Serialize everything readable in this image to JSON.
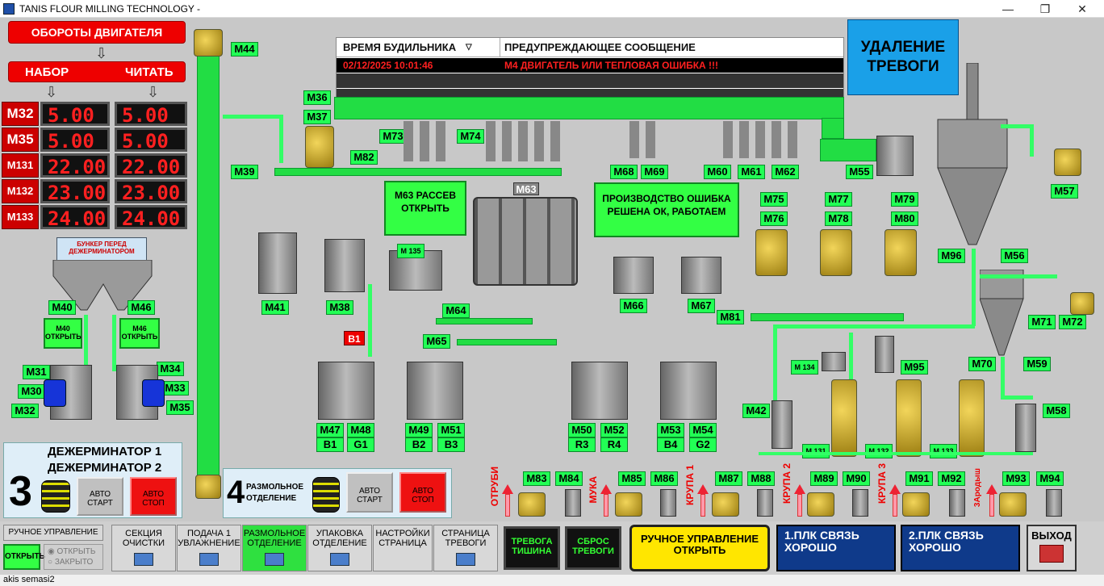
{
  "window": {
    "title": "TANIS FLOUR MILLING TECHNOLOGY -",
    "minimize": "—",
    "restore": "❐",
    "close": "✕"
  },
  "motor_panel": {
    "title": "ОБОРОТЫ ДВИГАТЕЛЯ",
    "set_label": "НАБОР",
    "read_label": "ЧИТАТЬ",
    "rows": [
      {
        "motor": "M32",
        "set": "5.00",
        "read": "5.00"
      },
      {
        "motor": "M35",
        "set": "5.00",
        "read": "5.00"
      },
      {
        "motor": "M131",
        "set": "22.00",
        "read": "22.00"
      },
      {
        "motor": "M132",
        "set": "23.00",
        "read": "23.00"
      },
      {
        "motor": "M133",
        "set": "24.00",
        "read": "24.00"
      }
    ]
  },
  "alarm_table": {
    "col_time": "ВРЕМЯ БУДИЛЬНИКА",
    "col_msg": "ПРЕДУПРЕЖДАЮЩЕЕ СООБЩЕНИЕ",
    "rows": [
      {
        "time": "02/12/2025 10:01:46",
        "message": "M4 ДВИГАТЕЛЬ ИЛИ ТЕПЛОВАЯ ОШИБКА !!!"
      }
    ]
  },
  "alarm_remove": "УДАЛЕНИЕ ТРЕВОГИ",
  "bunker_label": "БУНКЕР ПЕРЕД ДЕЖЕРМИНАТОРОМ",
  "m40_btn": "M40 ОТКРЫТЬ",
  "m46_btn": "M46 ОТКРЫТЬ",
  "m63_btn": "M63 РАССЕВ ОТКРЫТЬ",
  "production_msg": "ПРОИЗВОДСТВО ОШИБКА РЕШЕНА ОК, РАБОТАЕМ",
  "b1_label": "B1",
  "tags": {
    "M44": "M44",
    "M36": "M36",
    "M37": "M37",
    "M82": "M82",
    "M39": "M39",
    "M73": "M73",
    "M74": "M74",
    "M68": "M68",
    "M69": "M69",
    "M60": "M60",
    "M61": "M61",
    "M62": "M62",
    "M55": "M55",
    "M57": "M57",
    "M63": "M63",
    "M41": "M41",
    "M38": "M38",
    "M135": "M 135",
    "M75": "M75",
    "M76": "M76",
    "M77": "M77",
    "M78": "M78",
    "M79": "M79",
    "M80": "M80",
    "M96": "M96",
    "M56": "M56",
    "M66": "M66",
    "M67": "M67",
    "M81": "M81",
    "M64": "M64",
    "M65": "M65",
    "M71": "M71",
    "M72": "M72",
    "M70": "M70",
    "M59": "M59",
    "M134": "M 134",
    "M95": "M95",
    "M58": "M58",
    "M42": "M42",
    "M131": "M 131",
    "M132": "M 132",
    "M133": "M 133",
    "M40": "M40",
    "M46": "M46",
    "M31": "M31",
    "M34": "M34",
    "M30": "M30",
    "M33": "M33",
    "M32": "M32",
    "M35": "M35",
    "M47": "M47",
    "M48": "M48",
    "M49": "M49",
    "M51": "M51",
    "M50": "M50",
    "M52": "M52",
    "M53": "M53",
    "M54": "M54",
    "B1": "B1",
    "G1": "G1",
    "B2": "B2",
    "B3": "B3",
    "R3": "R3",
    "R4": "R4",
    "B4": "B4",
    "G2": "G2",
    "M83": "M83",
    "M84": "M84",
    "M85": "M85",
    "M86": "M86",
    "M87": "M87",
    "M88": "M88",
    "M89": "M89",
    "M90": "M90",
    "M91": "M91",
    "M92": "M92",
    "M93": "M93",
    "M94": "M94"
  },
  "outputs": [
    "ОТРУБИ",
    "МУКА",
    "КРУПА 1",
    "КРУПА 2",
    "КРУПА 3",
    "3Ародыш"
  ],
  "section3": {
    "title1": "ДЕЖЕРМИНАТОР 1",
    "title2": "ДЕЖЕРМИНАТОР 2",
    "number": "3",
    "auto_start": "АВТО СТАРТ",
    "auto_stop": "АВТО СТОП"
  },
  "section4": {
    "number": "4",
    "title": "РАЗМОЛЬНОЕ ОТДЕЛЕНИЕ",
    "auto_start": "АВТО СТАРТ",
    "auto_stop": "АВТО СТОП"
  },
  "footer": {
    "manual": "РУЧНОЕ УПРАВЛЕНИЕ",
    "open": "ОТКРЫТЬ",
    "radio_open": "ОТКРЫТЬ",
    "radio_closed": "ЗАКРЫТО",
    "nav": [
      "СЕКЦИЯ ОЧИСТКИ",
      "ПОДАЧА 1 УВЛАЖНЕНИЕ",
      "РАЗМОЛЬНОЕ ОТДЕЛЕНИЕ",
      "УПАКОВКА ОТДЕЛЕНИЕ",
      "НАСТРОЙКИ СТРАНИЦА",
      "СТРАНИЦА ТРЕВОГИ"
    ],
    "alarm_silence": "ТРЕВОГА ТИШИНА",
    "alarm_reset": "СБРОС ТРЕВОГИ",
    "manual_open": "РУЧНОЕ УПРАВЛЕНИЕ ОТКРЫТЬ",
    "plc1": "1.ПЛК СВЯЗЬ ХОРОШО",
    "plc2": "2.ПЛК СВЯЗЬ ХОРОШО",
    "exit": "ВЫХОД"
  },
  "status_bar": "akis semasi2",
  "colors": {
    "accent_green": "#33ff66",
    "alarm_red": "#ee0000",
    "alarm_blue": "#1aa0e8"
  }
}
